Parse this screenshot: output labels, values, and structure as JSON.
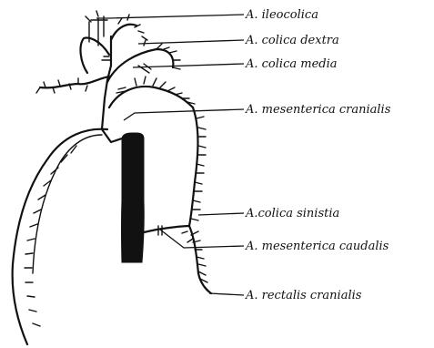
{
  "diagram": {
    "labels": [
      {
        "id": "ileocolica",
        "text": "A. ileocolica"
      },
      {
        "id": "colica-dextra",
        "text": "A. colica dextra"
      },
      {
        "id": "colica-media",
        "text": "A. colica media"
      },
      {
        "id": "mesenterica-cranialis",
        "text": "A. mesenterica cranialis"
      },
      {
        "id": "colica-sinistra",
        "text": "A.colica sinistia"
      },
      {
        "id": "mesenterica-caudalis",
        "text": "A. mesenterica caudalis"
      },
      {
        "id": "rectalis-cranialis",
        "text": "A. rectalis cranialis"
      }
    ]
  }
}
